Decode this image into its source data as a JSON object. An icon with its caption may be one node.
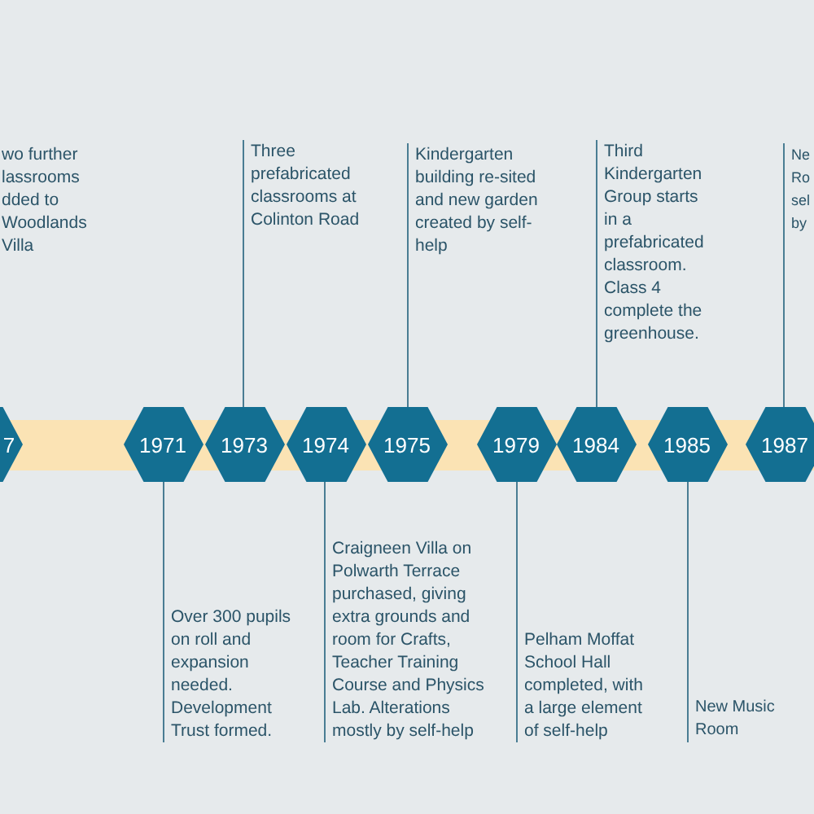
{
  "diagram": {
    "nodes": [
      {
        "text": [
          "wo further lassrooms dded to Woodlands Villa"
        ]
      },
      {
        "text": [
          "Three prefabricated classrooms at Colinton Road"
        ]
      },
      {
        "text": [
          "Kindergarten building re-sited and new garden created by self-help"
        ]
      },
      {
        "text": [
          "Third Kindergarten Group starts in a prefabricated classroom. Class 4 complete the greenhouse."
        ]
      },
      {
        "text": [
          "Ne Ro sel by"
        ]
      },
      {
        "text": [
          "7"
        ]
      },
      {
        "text": [
          "1971"
        ]
      },
      {
        "text": [
          "1973"
        ]
      },
      {
        "text": [
          "1974"
        ]
      },
      {
        "text": [
          "1975"
        ]
      },
      {
        "text": [
          "1979"
        ]
      },
      {
        "text": [
          "1984"
        ]
      },
      {
        "text": [
          "1985"
        ]
      },
      {
        "text": [
          "1987"
        ]
      },
      {
        "text": [
          "Over 300 pupils on roll and expansion needed. Development Trust formed."
        ]
      },
      {
        "text": [
          "Craigneen  Villa on Polwarth Terrace purchased, giving extra grounds and room for Crafts, Teacher Training Course and Physics Lab. Alterations mostly by self-help"
        ]
      },
      {
        "text": [
          "Pelham Moffat School Hall completed, with a large element of self-help"
        ]
      },
      {
        "text": [
          "New Music Room"
        ]
      }
    ],
    "edges": [
      {
        "from": 1,
        "to": 7,
        "arrow": "none"
      },
      {
        "from": 2,
        "to": 9,
        "arrow": "none"
      },
      {
        "from": 3,
        "to": 11,
        "arrow": "none"
      },
      {
        "from": 4,
        "to": 13,
        "arrow": "none"
      },
      {
        "from": 14,
        "to": 6,
        "arrow": "none"
      },
      {
        "from": 15,
        "to": 8,
        "arrow": "none"
      },
      {
        "from": 16,
        "to": 10,
        "arrow": "none"
      },
      {
        "from": 17,
        "to": 12,
        "arrow": "none"
      }
    ]
  }
}
